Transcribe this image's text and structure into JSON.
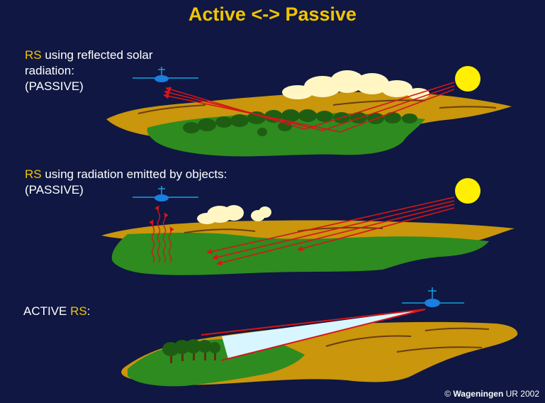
{
  "title": "Active <-> Passive",
  "panels": [
    {
      "label_highlight": "RS",
      "label_line1_rest": " using reflected solar",
      "label_line2": "radiation:",
      "label_line3": "(PASSIVE)"
    },
    {
      "label_highlight": "RS",
      "label_line1_rest": " using radiation emitted by objects:",
      "label_line2": "(PASSIVE)"
    },
    {
      "label_prefix": "ACTIVE ",
      "label_highlight": "RS",
      "label_suffix": ":"
    }
  ],
  "credit": {
    "symbol": "©",
    "org": "Wageningen",
    "rest": " UR 2002"
  },
  "colors": {
    "background": "#0f1742",
    "highlight": "#f2c400",
    "land_dry": "#c9960c",
    "land_green": "#2e8b1f",
    "ray": "#d6151a",
    "sun": "#ffef00",
    "satellite": "#1a7fe0",
    "cloud": "#fff6c4"
  }
}
